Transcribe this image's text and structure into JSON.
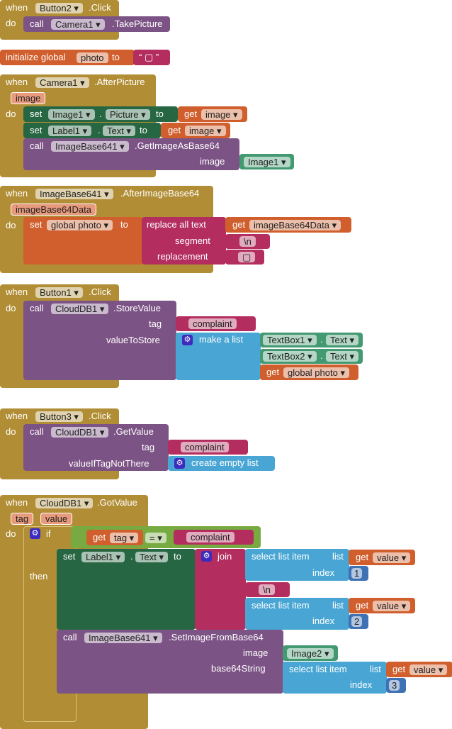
{
  "kw": {
    "when": "when",
    "do": "do",
    "call": "call",
    "set": "set",
    "get": "get",
    "to": "to",
    "then": "then",
    "if": "if",
    "dot": "."
  },
  "b1": {
    "component": "Button2 ▾",
    "event": ".Click",
    "call_comp": "Camera1 ▾",
    "method": ".TakePicture"
  },
  "b2": {
    "label": "initialize global",
    "name": "photo",
    "to": "to",
    "text": "“ ▢ ”"
  },
  "b3": {
    "component": "Camera1 ▾",
    "event": ".AfterPicture",
    "param": "image",
    "set1_comp": "Image1 ▾",
    "set1_prop": "Picture ▾",
    "get1": "image ▾",
    "set2_comp": "Label1 ▾",
    "set2_prop": "Text ▾",
    "get2": "image ▾",
    "call_comp": "ImageBase641 ▾",
    "method": ".GetImageAsBase64",
    "arg": "image",
    "arg_val": "Image1 ▾"
  },
  "b4": {
    "component": "ImageBase641 ▾",
    "event": ".AfterImageBase64",
    "param": "imageBase64Data",
    "set_var": "global photo ▾",
    "replace": "replace all text",
    "segment": "segment",
    "replacement": "replacement",
    "get": "imageBase64Data ▾",
    "seg_text": "\\n",
    "rep_text": "▢"
  },
  "b5": {
    "component": "Button1 ▾",
    "event": ".Click",
    "call_comp": "CloudDB1 ▾",
    "method": ".StoreValue",
    "tag": "tag",
    "vts": "valueToStore",
    "tag_val": "complaint",
    "make_list": "make a list",
    "tb1": "TextBox1 ▾",
    "tb1p": "Text ▾",
    "tb2": "TextBox2 ▾",
    "tb2p": "Text ▾",
    "get": "global photo ▾"
  },
  "b6": {
    "component": "Button3 ▾",
    "event": ".Click",
    "call_comp": "CloudDB1 ▾",
    "method": ".GetValue",
    "tag": "tag",
    "vitnt": "valueIfTagNotThere",
    "tag_val": "complaint",
    "empty": "create empty list"
  },
  "b7": {
    "component": "CloudDB1 ▾",
    "event": ".GotValue",
    "p1": "tag",
    "p2": "value",
    "get_tag": "tag ▾",
    "eq": "= ▾",
    "cmp": "complaint",
    "set_comp": "Label1 ▾",
    "set_prop": "Text ▾",
    "join": "join",
    "sli": "select list item",
    "list": "list",
    "index": "index",
    "get_value": "value ▾",
    "n1": "1",
    "n2": "2",
    "n3": "3",
    "nl": "\\n",
    "call_comp": "ImageBase641 ▾",
    "method": ".SetImageFromBase64",
    "image": "image",
    "image_val": "Image2 ▾",
    "b64": "base64String"
  }
}
